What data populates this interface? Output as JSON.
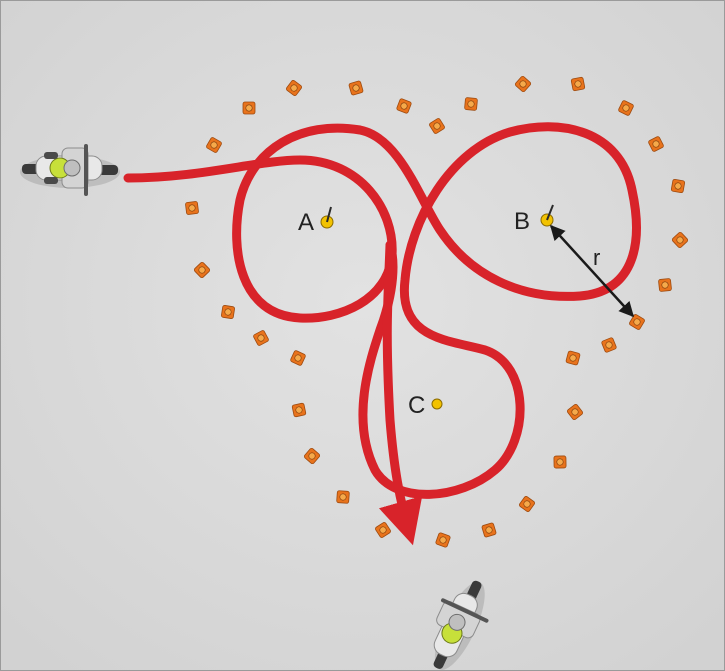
{
  "diagram": {
    "colors": {
      "background": "#dcdcdc",
      "path": "#d8232a",
      "cone": "#e8731c",
      "cone_center": "#f5a94a",
      "center_marker": "#f2c200",
      "arrow": "#1a1a1a"
    },
    "labels": {
      "a": "A",
      "b": "B",
      "c": "C",
      "radius": "r"
    },
    "icons": {
      "start_bike": "motorcycle-icon",
      "end_bike": "motorcycle-icon",
      "cone": "traffic-cone-icon"
    }
  }
}
